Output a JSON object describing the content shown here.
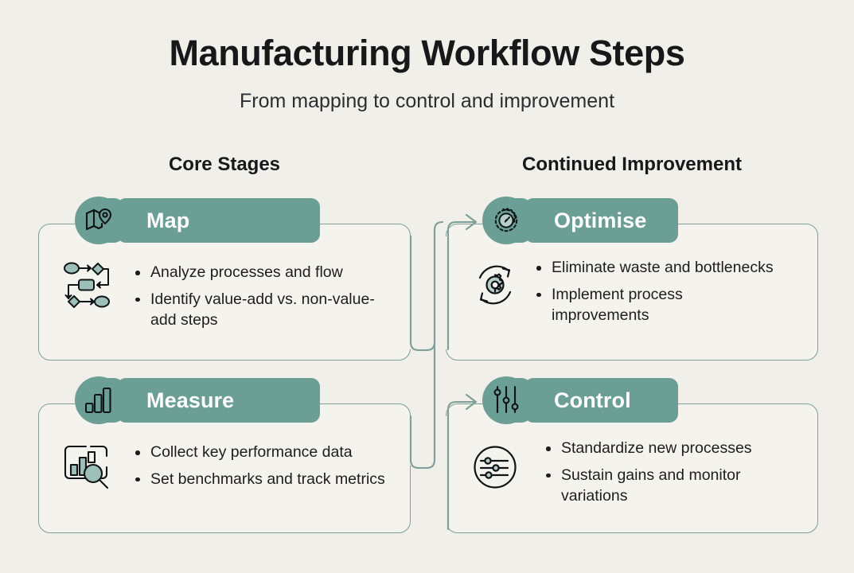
{
  "header": {
    "title": "Manufacturing Workflow Steps",
    "subtitle": "From mapping to control and improvement"
  },
  "columns": {
    "left_heading": "Core Stages",
    "right_heading": "Continued Improvement"
  },
  "theme": {
    "background": "#f0efe9",
    "card_fill": "#f4f3ee",
    "accent_teal": "#6b9e95",
    "border_teal": "#7e9e97",
    "text_dark": "#1d1d1b",
    "banner_text": "#ffffff"
  },
  "cards": [
    {
      "id": "map",
      "label": "Map",
      "badge_icon": "map-pin-icon",
      "body_icon": "flowchart-icon",
      "bullets": [
        "Analyze processes and flow",
        "Identify value-add vs. non-value-add steps"
      ]
    },
    {
      "id": "measure",
      "label": "Measure",
      "badge_icon": "bar-chart-icon",
      "body_icon": "chart-magnifier-icon",
      "bullets": [
        "Collect key performance data",
        "Set benchmarks and track metrics"
      ]
    },
    {
      "id": "optimise",
      "label": "Optimise",
      "badge_icon": "gear-gauge-icon",
      "body_icon": "gear-refresh-icon",
      "bullets": [
        "Eliminate waste and bottlenecks",
        "Implement process improvements"
      ]
    },
    {
      "id": "control",
      "label": "Control",
      "badge_icon": "vertical-sliders-icon",
      "body_icon": "circle-sliders-icon",
      "bullets": [
        "Standardize new processes",
        "Sustain gains and monitor variations"
      ]
    }
  ],
  "connectors": [
    {
      "id": "to-optimise",
      "from": "core-stages",
      "to": "optimise",
      "arrow": true
    },
    {
      "id": "to-control",
      "from": "core-stages",
      "to": "control",
      "arrow": true
    }
  ]
}
